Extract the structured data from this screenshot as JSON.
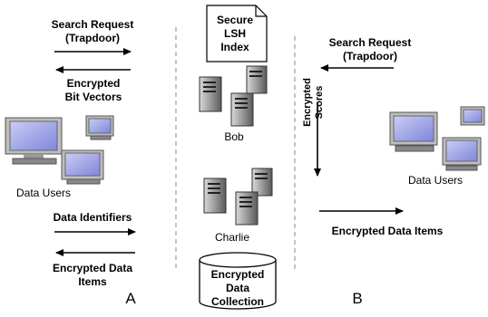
{
  "panel_a": {
    "search_request": [
      "Search Request",
      "(Trapdoor)"
    ],
    "encrypted_bit_vectors": [
      "Encrypted",
      "Bit Vectors"
    ],
    "data_users": "Data Users",
    "data_identifiers": "Data  Identifiers",
    "encrypted_data_items": [
      "Encrypted Data",
      "Items"
    ],
    "panel_label": "A"
  },
  "center": {
    "index_doc": [
      "Secure",
      "LSH",
      "Index"
    ],
    "bob": "Bob",
    "charlie": "Charlie",
    "collection": [
      "Encrypted",
      "Data",
      "Collection"
    ]
  },
  "panel_b": {
    "search_request": [
      "Search Request",
      "(Trapdoor)"
    ],
    "encrypted_scores": [
      "Encrypted",
      "Scores"
    ],
    "data_users": "Data Users",
    "encrypted_data_items": "Encrypted Data Items",
    "panel_label": "B"
  }
}
